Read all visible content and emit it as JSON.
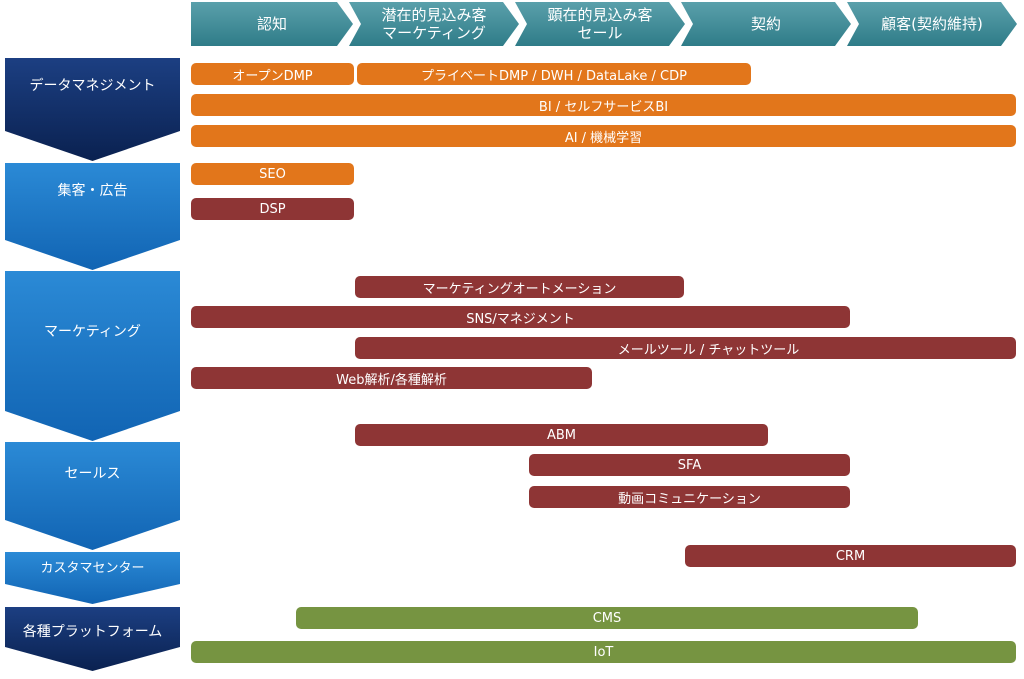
{
  "stages": [
    "認知",
    "潜在的見込み客\nマーケティング",
    "顕在的見込み客\nセール",
    "契約",
    "顧客(契約維持)"
  ],
  "categories": [
    "データマネジメント",
    "集客・広告",
    "マーケティング",
    "セールス",
    "カスタマセンター",
    "各種プラットフォーム"
  ],
  "colors": {
    "stage": "#3f8b97",
    "category_dark": "#0e2a5e",
    "category_blue": "#1874c2",
    "orange": "#e2761b",
    "red": "#8e3535",
    "green": "#769441"
  },
  "bars": [
    {
      "label": "オープンDMP",
      "color": "orange"
    },
    {
      "label": "プライベートDMP / DWH / DataLake / CDP",
      "color": "orange"
    },
    {
      "label": "BI / セルフサービスBI",
      "color": "orange"
    },
    {
      "label": "AI / 機械学習",
      "color": "orange"
    },
    {
      "label": "SEO",
      "color": "orange"
    },
    {
      "label": "DSP",
      "color": "red"
    },
    {
      "label": "マーケティングオートメーション",
      "color": "red"
    },
    {
      "label": "SNS/マネジメント",
      "color": "red"
    },
    {
      "label": "メールツール / チャットツール",
      "color": "red"
    },
    {
      "label": "Web解析/各種解析",
      "color": "red"
    },
    {
      "label": "ABM",
      "color": "red"
    },
    {
      "label": "SFA",
      "color": "red"
    },
    {
      "label": "動画コミュニケーション",
      "color": "red"
    },
    {
      "label": "CRM",
      "color": "red"
    },
    {
      "label": "CMS",
      "color": "green"
    },
    {
      "label": "IoT",
      "color": "green"
    }
  ]
}
